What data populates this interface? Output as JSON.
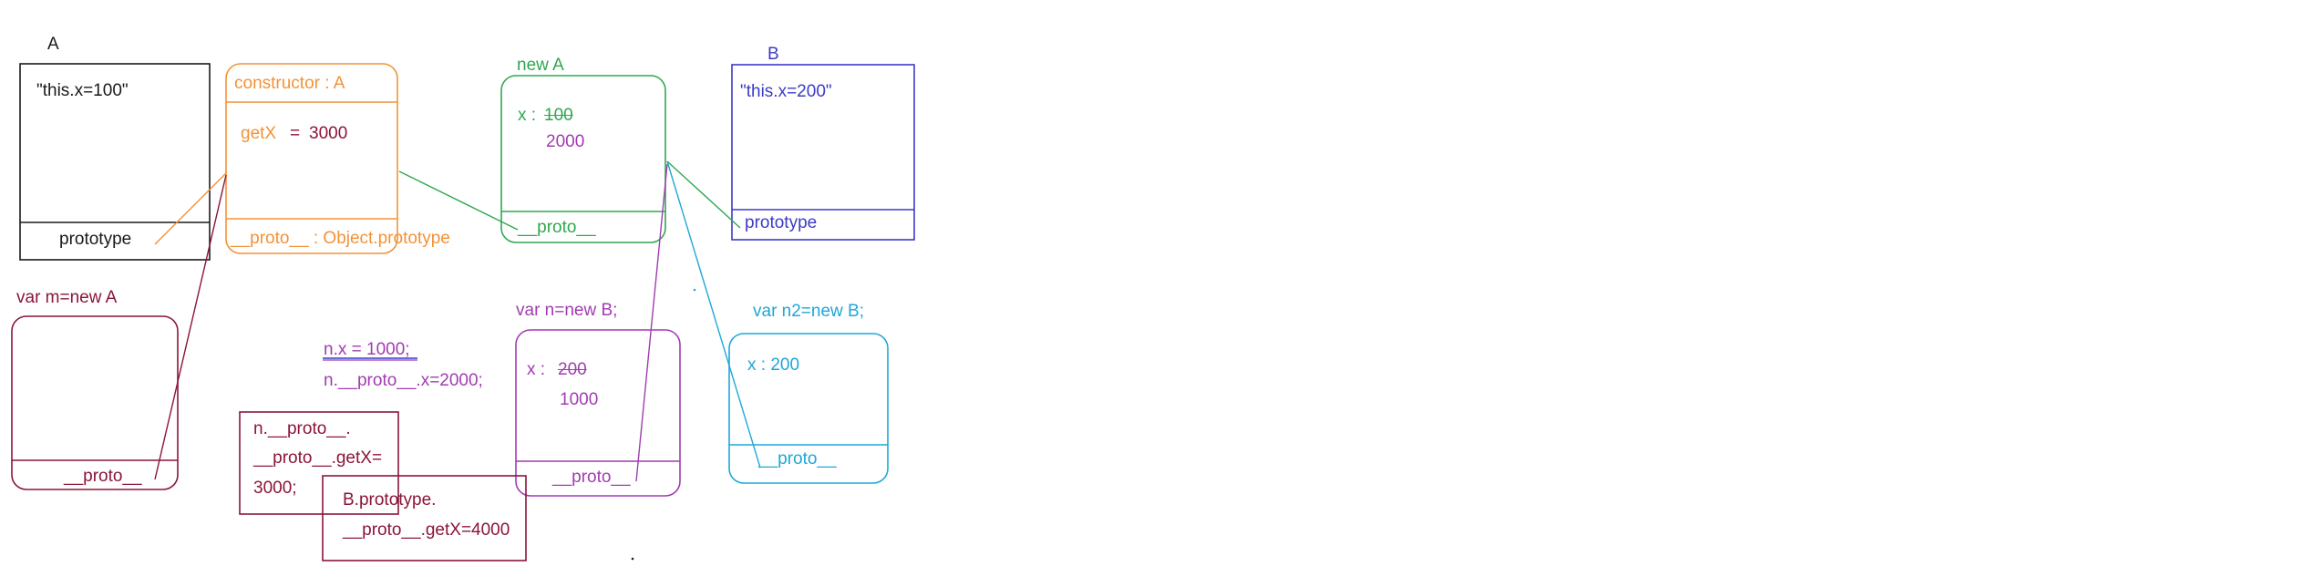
{
  "colors": {
    "black": "#1a1a1a",
    "orange": "#f39237",
    "green": "#2fa84f",
    "blue": "#3b3bc8",
    "purple": "#a13cb1",
    "dark_red": "#8b1538",
    "cyan": "#1fa7d8"
  },
  "A": {
    "title": "A",
    "code": "\"this.x=100\"",
    "prototype": "prototype"
  },
  "A_proto": {
    "constructor": "constructor : A",
    "getx_key": "getX",
    "getx_eq": "=",
    "getx_val": "3000",
    "proto": "__proto__ : Object.prototype"
  },
  "newA": {
    "title": "new A",
    "x_key": "x :",
    "x_old": "100",
    "x_new": "2000",
    "proto": "__proto__"
  },
  "B": {
    "title": "B",
    "code": "\"this.x=200\"",
    "prototype": "prototype"
  },
  "m": {
    "title": "var m=new A",
    "proto": "__proto__"
  },
  "notes": {
    "line1": "n.x = 1000;",
    "line2": "n.__proto__.x=2000;"
  },
  "note_box1": {
    "line1": "n.__proto__.",
    "line2": "__proto__.getX=",
    "line3": "3000;"
  },
  "note_box2": {
    "line1": "B.prototype.",
    "line2": "__proto__.getX=4000"
  },
  "n": {
    "title": "var n=new B;",
    "x_key": "x  :",
    "x_old": "200",
    "x_new": "1000",
    "proto": "__proto__"
  },
  "n2": {
    "title": "var n2=new B;",
    "x": "x : 200",
    "proto": "__proto__"
  }
}
